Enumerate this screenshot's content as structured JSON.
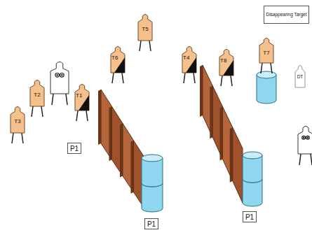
{
  "diagram": {
    "nodes": [
      {
        "text": [
          "Disappearing Target"
        ]
      },
      {
        "text": [
          "T3"
        ]
      },
      {
        "text": [
          "T2"
        ]
      },
      {
        "text": [
          "T1"
        ]
      },
      {
        "text": [
          "T6"
        ]
      },
      {
        "text": [
          "T5"
        ]
      },
      {
        "text": [
          "T4"
        ]
      },
      {
        "text": [
          "T8"
        ]
      },
      {
        "text": [
          "T7"
        ]
      },
      {
        "text": [
          "DT"
        ]
      },
      {
        "text": [
          "P1"
        ]
      },
      {
        "text": [
          "P1"
        ]
      },
      {
        "text": [
          "P1"
        ]
      }
    ]
  }
}
